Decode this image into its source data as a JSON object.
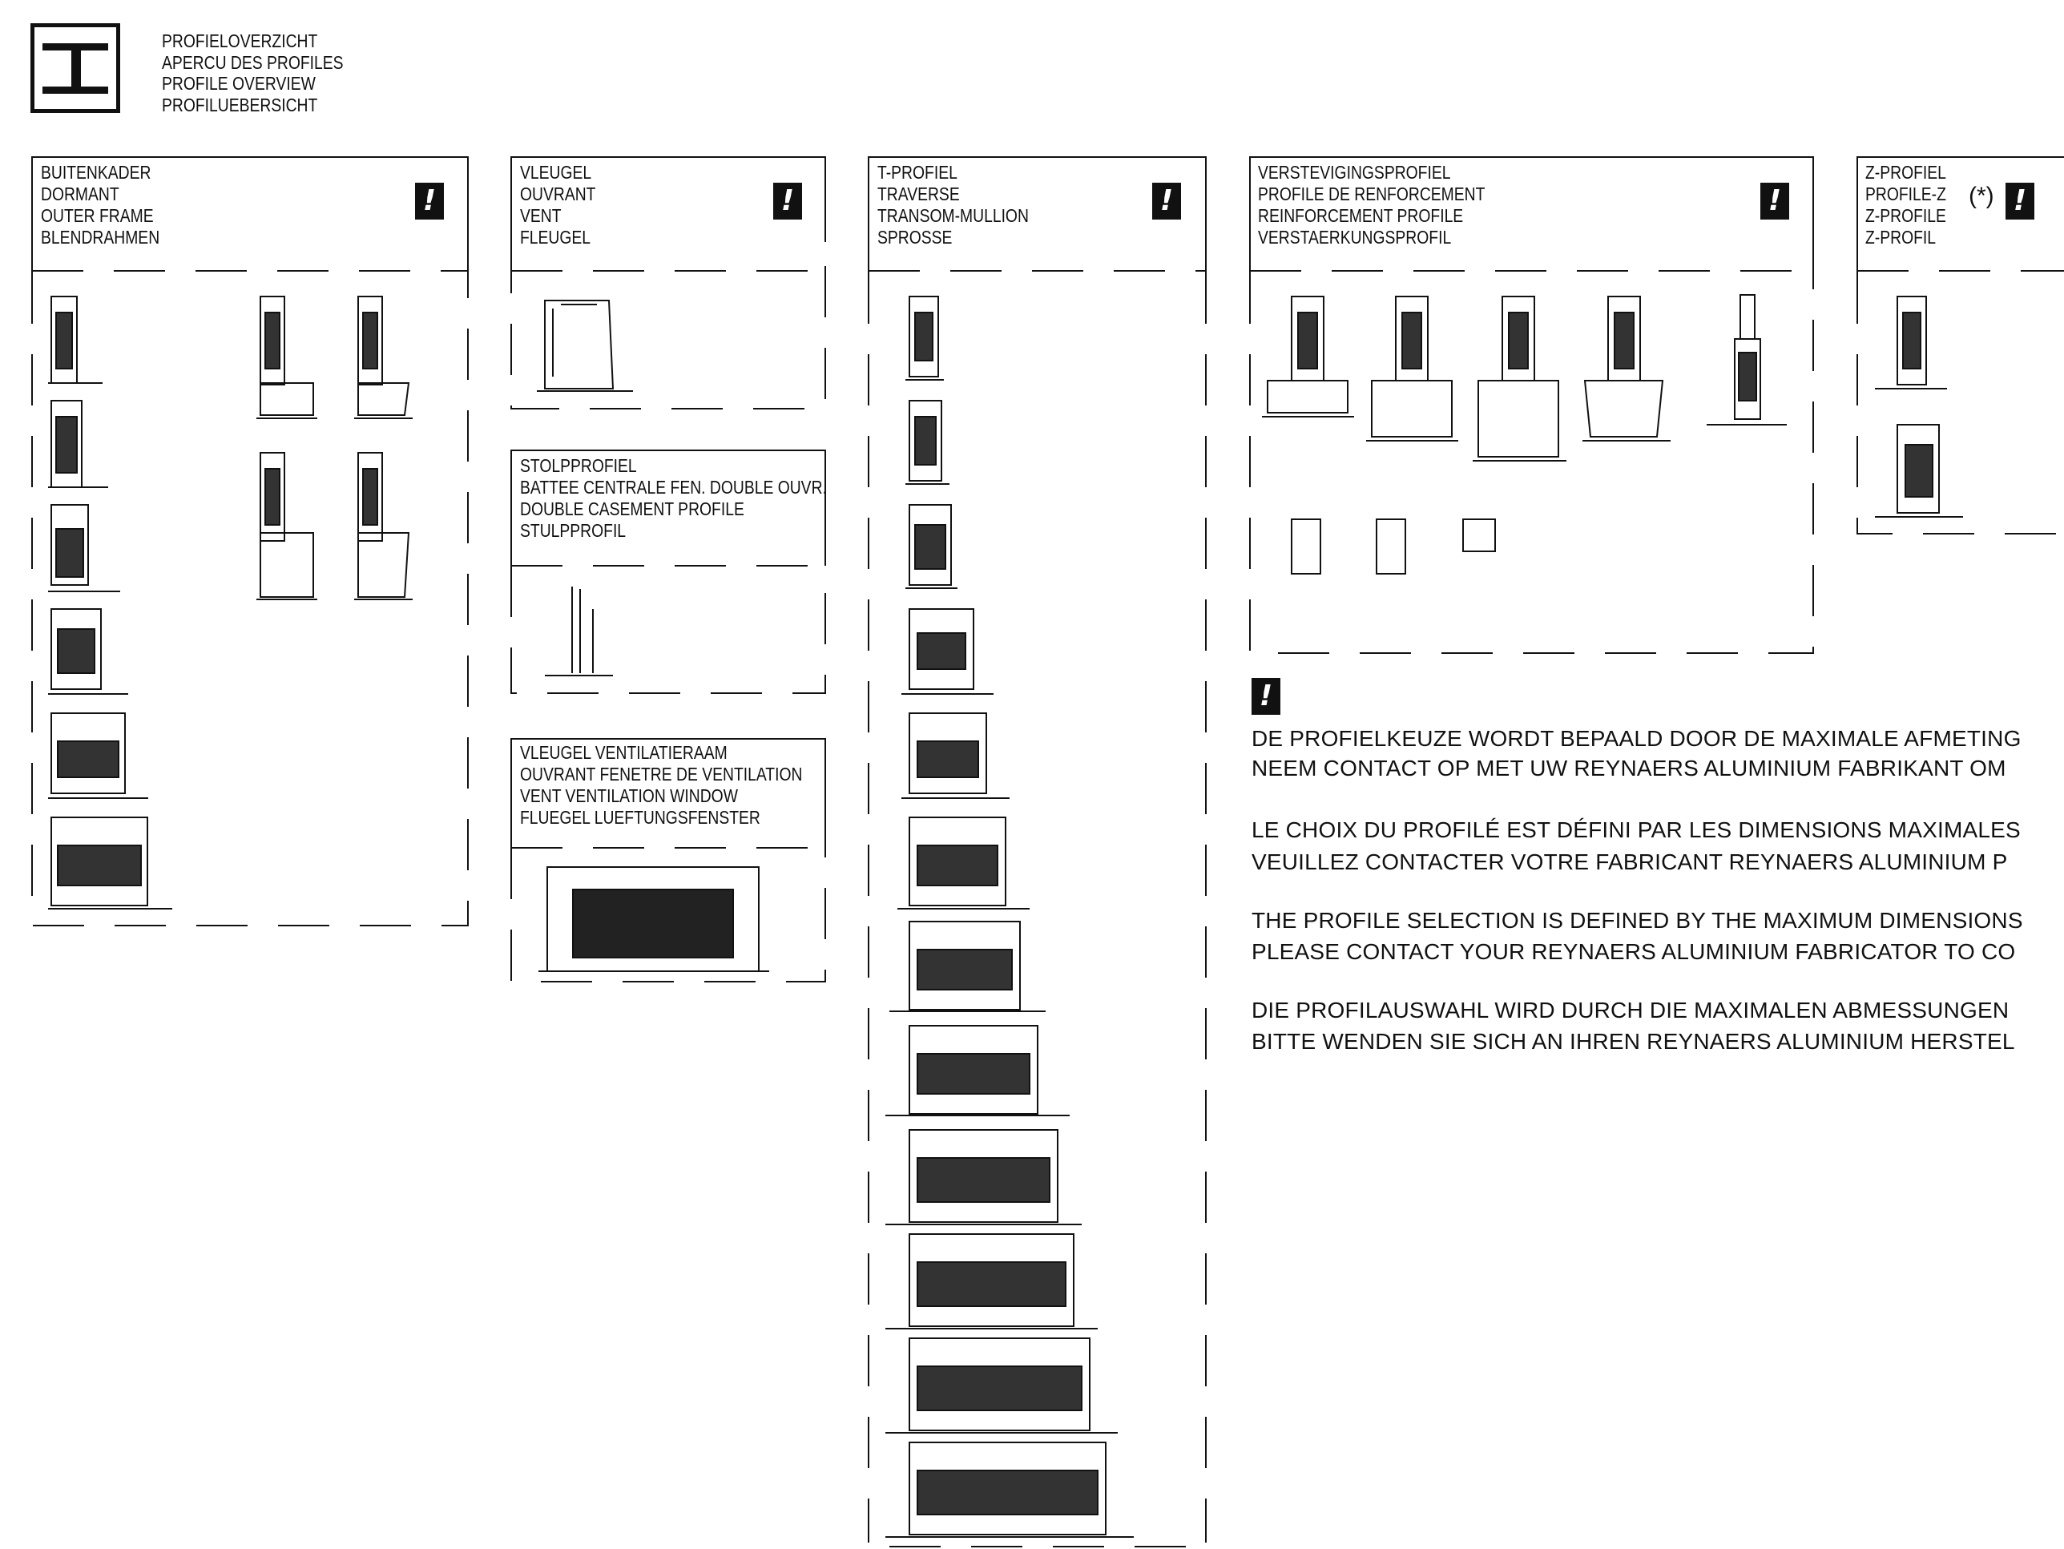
{
  "header": {
    "lines": [
      "PROFIELOVERZICHT",
      "APERCU DES PROFILES",
      "PROFILE OVERVIEW",
      "PROFILUEBERSICHT"
    ]
  },
  "panels": {
    "outer_frame": [
      "BUITENKADER",
      "DORMANT",
      "OUTER FRAME",
      "BLENDRAHMEN"
    ],
    "vent": [
      "VLEUGEL",
      "OUVRANT",
      "VENT",
      "FLEUGEL"
    ],
    "double_casement": [
      "STOLPPROFIEL",
      "BATTEE CENTRALE FEN. DOUBLE OUVR.",
      "DOUBLE CASEMENT PROFILE",
      "STULPPROFIL"
    ],
    "ventilation_vent": [
      "VLEUGEL VENTILATIERAAM",
      "OUVRANT FENETRE DE VENTILATION",
      "VENT VENTILATION WINDOW",
      "FLUEGEL LUEFTUNGSFENSTER"
    ],
    "t_profile": [
      "T-PROFIEL",
      "TRAVERSE",
      "TRANSOM-MULLION",
      "SPROSSE"
    ],
    "reinforcement": [
      "VERSTEVIGINGSPROFIEL",
      "PROFILE DE RENFORCEMENT",
      "REINFORCEMENT PROFILE",
      "VERSTAERKUNGSPROFIL"
    ],
    "z_profile": [
      "Z-PROFIEL",
      "PROFILE-Z",
      "Z-PROFILE",
      "Z-PROFIL"
    ]
  },
  "z_marker": "(*)",
  "warning_symbol": "!",
  "notes": [
    "DE PROFIELKEUZE WORDT BEPAALD DOOR DE MAXIMALE AFMETING",
    "NEEM CONTACT OP MET UW REYNAERS ALUMINIUM FABRIKANT OM",
    "LE CHOIX DU PROFILÉ EST DÉFINI PAR LES DIMENSIONS MAXIMALES",
    "VEUILLEZ CONTACTER VOTRE FABRICANT REYNAERS ALUMINIUM P",
    "THE PROFILE SELECTION IS DEFINED BY THE MAXIMUM DIMENSIONS",
    "PLEASE CONTACT YOUR REYNAERS ALUMINIUM FABRICATOR TO CO",
    "DIE PROFILAUSWAHL WIRD DURCH DIE MAXIMALEN ABMESSUNGEN",
    "BITTE WENDEN SIE SICH AN IHREN REYNAERS ALUMINIUM HERSTEL"
  ],
  "colors": {
    "ink": "#111111",
    "paper": "#ffffff"
  }
}
